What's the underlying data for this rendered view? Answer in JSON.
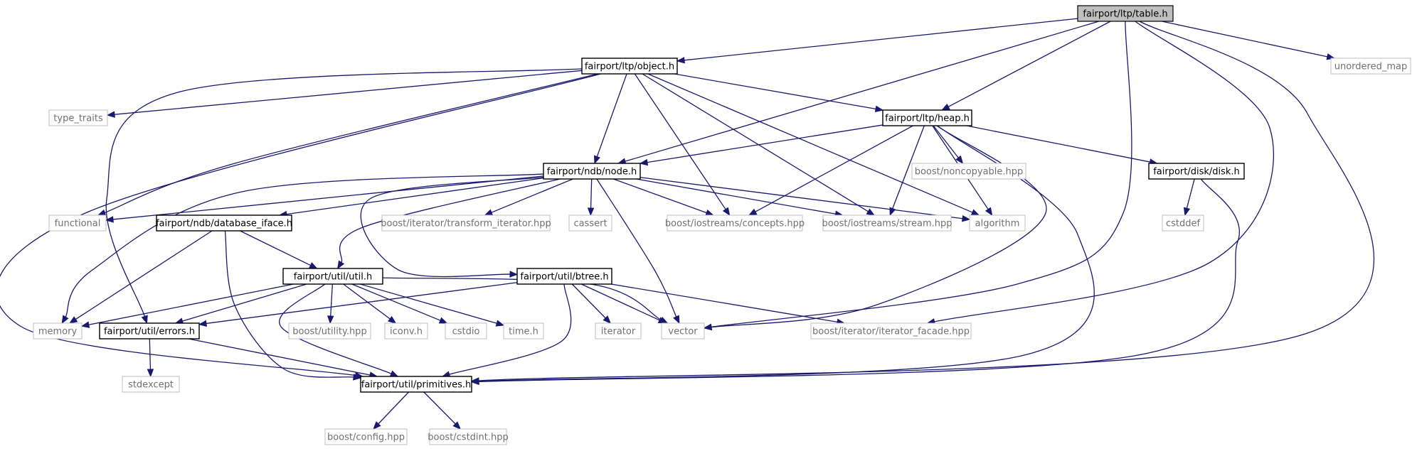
{
  "graph": {
    "colors": {
      "edge": "#191970",
      "internal_border": "#000000",
      "external_border": "#bfbfbf",
      "root_fill": "#bfbfbf",
      "external_text": "#707070"
    },
    "nodes": [
      {
        "id": "table",
        "label": "fairport/ltp/table.h",
        "kind": "root"
      },
      {
        "id": "object",
        "label": "fairport/ltp/object.h",
        "kind": "internal"
      },
      {
        "id": "unordered_map",
        "label": "unordered_map",
        "kind": "external"
      },
      {
        "id": "type_traits",
        "label": "type_traits",
        "kind": "external"
      },
      {
        "id": "heap",
        "label": "fairport/ltp/heap.h",
        "kind": "internal"
      },
      {
        "id": "node",
        "label": "fairport/ndb/node.h",
        "kind": "internal"
      },
      {
        "id": "noncopyable",
        "label": "boost/noncopyable.hpp",
        "kind": "external"
      },
      {
        "id": "disk",
        "label": "fairport/disk/disk.h",
        "kind": "internal"
      },
      {
        "id": "functional",
        "label": "functional",
        "kind": "external"
      },
      {
        "id": "database_iface",
        "label": "fairport/ndb/database_iface.h",
        "kind": "internal"
      },
      {
        "id": "transform_iterator",
        "label": "boost/iterator/transform_iterator.hpp",
        "kind": "external"
      },
      {
        "id": "cassert",
        "label": "cassert",
        "kind": "external"
      },
      {
        "id": "concepts",
        "label": "boost/iostreams/concepts.hpp",
        "kind": "external"
      },
      {
        "id": "stream",
        "label": "boost/iostreams/stream.hpp",
        "kind": "external"
      },
      {
        "id": "algorithm",
        "label": "algorithm",
        "kind": "external"
      },
      {
        "id": "cstddef",
        "label": "cstddef",
        "kind": "external"
      },
      {
        "id": "util",
        "label": "fairport/util/util.h",
        "kind": "internal"
      },
      {
        "id": "btree",
        "label": "fairport/util/btree.h",
        "kind": "internal"
      },
      {
        "id": "memory",
        "label": "memory",
        "kind": "external"
      },
      {
        "id": "errors",
        "label": "fairport/util/errors.h",
        "kind": "internal"
      },
      {
        "id": "utility",
        "label": "boost/utility.hpp",
        "kind": "external"
      },
      {
        "id": "iconv",
        "label": "iconv.h",
        "kind": "external"
      },
      {
        "id": "cstdio",
        "label": "cstdio",
        "kind": "external"
      },
      {
        "id": "time",
        "label": "time.h",
        "kind": "external"
      },
      {
        "id": "iterator",
        "label": "iterator",
        "kind": "external"
      },
      {
        "id": "vector",
        "label": "vector",
        "kind": "external"
      },
      {
        "id": "iterator_facade",
        "label": "boost/iterator/iterator_facade.hpp",
        "kind": "external"
      },
      {
        "id": "stdexcept",
        "label": "stdexcept",
        "kind": "external"
      },
      {
        "id": "primitives",
        "label": "fairport/util/primitives.h",
        "kind": "internal"
      },
      {
        "id": "config",
        "label": "boost/config.hpp",
        "kind": "external"
      },
      {
        "id": "cstdint",
        "label": "boost/cstdint.hpp",
        "kind": "external"
      }
    ],
    "edges": [
      {
        "from": "table",
        "to": "object"
      },
      {
        "from": "table",
        "to": "heap"
      },
      {
        "from": "table",
        "to": "node"
      },
      {
        "from": "table",
        "to": "unordered_map"
      },
      {
        "from": "table",
        "to": "vector"
      },
      {
        "from": "table",
        "to": "iterator_facade"
      },
      {
        "from": "table",
        "to": "primitives"
      },
      {
        "from": "object",
        "to": "type_traits"
      },
      {
        "from": "object",
        "to": "functional"
      },
      {
        "from": "object",
        "to": "heap"
      },
      {
        "from": "object",
        "to": "node"
      },
      {
        "from": "object",
        "to": "concepts"
      },
      {
        "from": "object",
        "to": "stream"
      },
      {
        "from": "object",
        "to": "algorithm"
      },
      {
        "from": "object",
        "to": "errors"
      },
      {
        "from": "object",
        "to": "primitives"
      },
      {
        "from": "heap",
        "to": "node"
      },
      {
        "from": "heap",
        "to": "noncopyable"
      },
      {
        "from": "heap",
        "to": "disk"
      },
      {
        "from": "heap",
        "to": "concepts"
      },
      {
        "from": "heap",
        "to": "stream"
      },
      {
        "from": "heap",
        "to": "algorithm"
      },
      {
        "from": "heap",
        "to": "vector"
      },
      {
        "from": "heap",
        "to": "primitives"
      },
      {
        "from": "node",
        "to": "functional"
      },
      {
        "from": "node",
        "to": "database_iface"
      },
      {
        "from": "node",
        "to": "transform_iterator"
      },
      {
        "from": "node",
        "to": "cassert"
      },
      {
        "from": "node",
        "to": "concepts"
      },
      {
        "from": "node",
        "to": "stream"
      },
      {
        "from": "node",
        "to": "algorithm"
      },
      {
        "from": "node",
        "to": "memory"
      },
      {
        "from": "node",
        "to": "util"
      },
      {
        "from": "node",
        "to": "btree"
      },
      {
        "from": "node",
        "to": "vector"
      },
      {
        "from": "disk",
        "to": "cstddef"
      },
      {
        "from": "disk",
        "to": "primitives"
      },
      {
        "from": "database_iface",
        "to": "util"
      },
      {
        "from": "database_iface",
        "to": "memory"
      },
      {
        "from": "database_iface",
        "to": "primitives"
      },
      {
        "from": "util",
        "to": "memory"
      },
      {
        "from": "util",
        "to": "errors"
      },
      {
        "from": "util",
        "to": "utility"
      },
      {
        "from": "util",
        "to": "iconv"
      },
      {
        "from": "util",
        "to": "cstdio"
      },
      {
        "from": "util",
        "to": "time"
      },
      {
        "from": "util",
        "to": "vector"
      },
      {
        "from": "util",
        "to": "primitives"
      },
      {
        "from": "btree",
        "to": "errors"
      },
      {
        "from": "btree",
        "to": "iterator"
      },
      {
        "from": "btree",
        "to": "vector"
      },
      {
        "from": "btree",
        "to": "iterator_facade"
      },
      {
        "from": "btree",
        "to": "primitives"
      },
      {
        "from": "errors",
        "to": "stdexcept"
      },
      {
        "from": "errors",
        "to": "primitives"
      },
      {
        "from": "primitives",
        "to": "config"
      },
      {
        "from": "primitives",
        "to": "cstdint"
      }
    ]
  }
}
